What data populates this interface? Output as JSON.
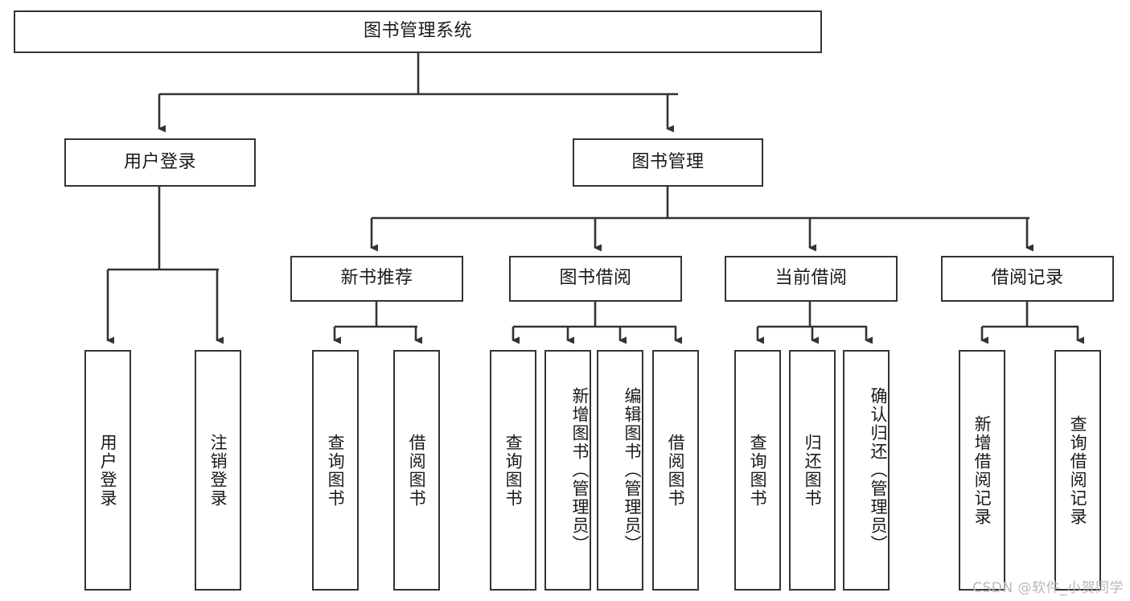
{
  "diagram": {
    "title": "图书管理系统",
    "type": "hierarchy-tree",
    "watermark": "CSDN @软件_小贺同学",
    "colors": {
      "stroke": "#333333",
      "background": "#ffffff",
      "text": "#1a1a1a",
      "watermark": "#b8b8b8"
    },
    "levels": {
      "root": {
        "label": "图书管理系统"
      },
      "level2": [
        {
          "label": "用户登录"
        },
        {
          "label": "图书管理"
        }
      ],
      "level3": [
        {
          "label": "新书推荐"
        },
        {
          "label": "图书借阅"
        },
        {
          "label": "当前借阅"
        },
        {
          "label": "借阅记录"
        }
      ],
      "leaves_user_login": [
        {
          "label": "用户登录"
        },
        {
          "label": "注销登录"
        }
      ],
      "leaves_new_book": [
        {
          "label": "查询图书"
        },
        {
          "label": "借阅图书"
        }
      ],
      "leaves_borrow": [
        {
          "label": "查询图书"
        },
        {
          "label": "新增图书（管理员）"
        },
        {
          "label": "编辑图书（管理员）"
        },
        {
          "label": "借阅图书"
        }
      ],
      "leaves_current": [
        {
          "label": "查询图书"
        },
        {
          "label": "归还图书"
        },
        {
          "label": "确认归还（管理员）"
        }
      ],
      "leaves_records": [
        {
          "label": "新增借阅记录"
        },
        {
          "label": "查询借阅记录"
        }
      ]
    }
  }
}
